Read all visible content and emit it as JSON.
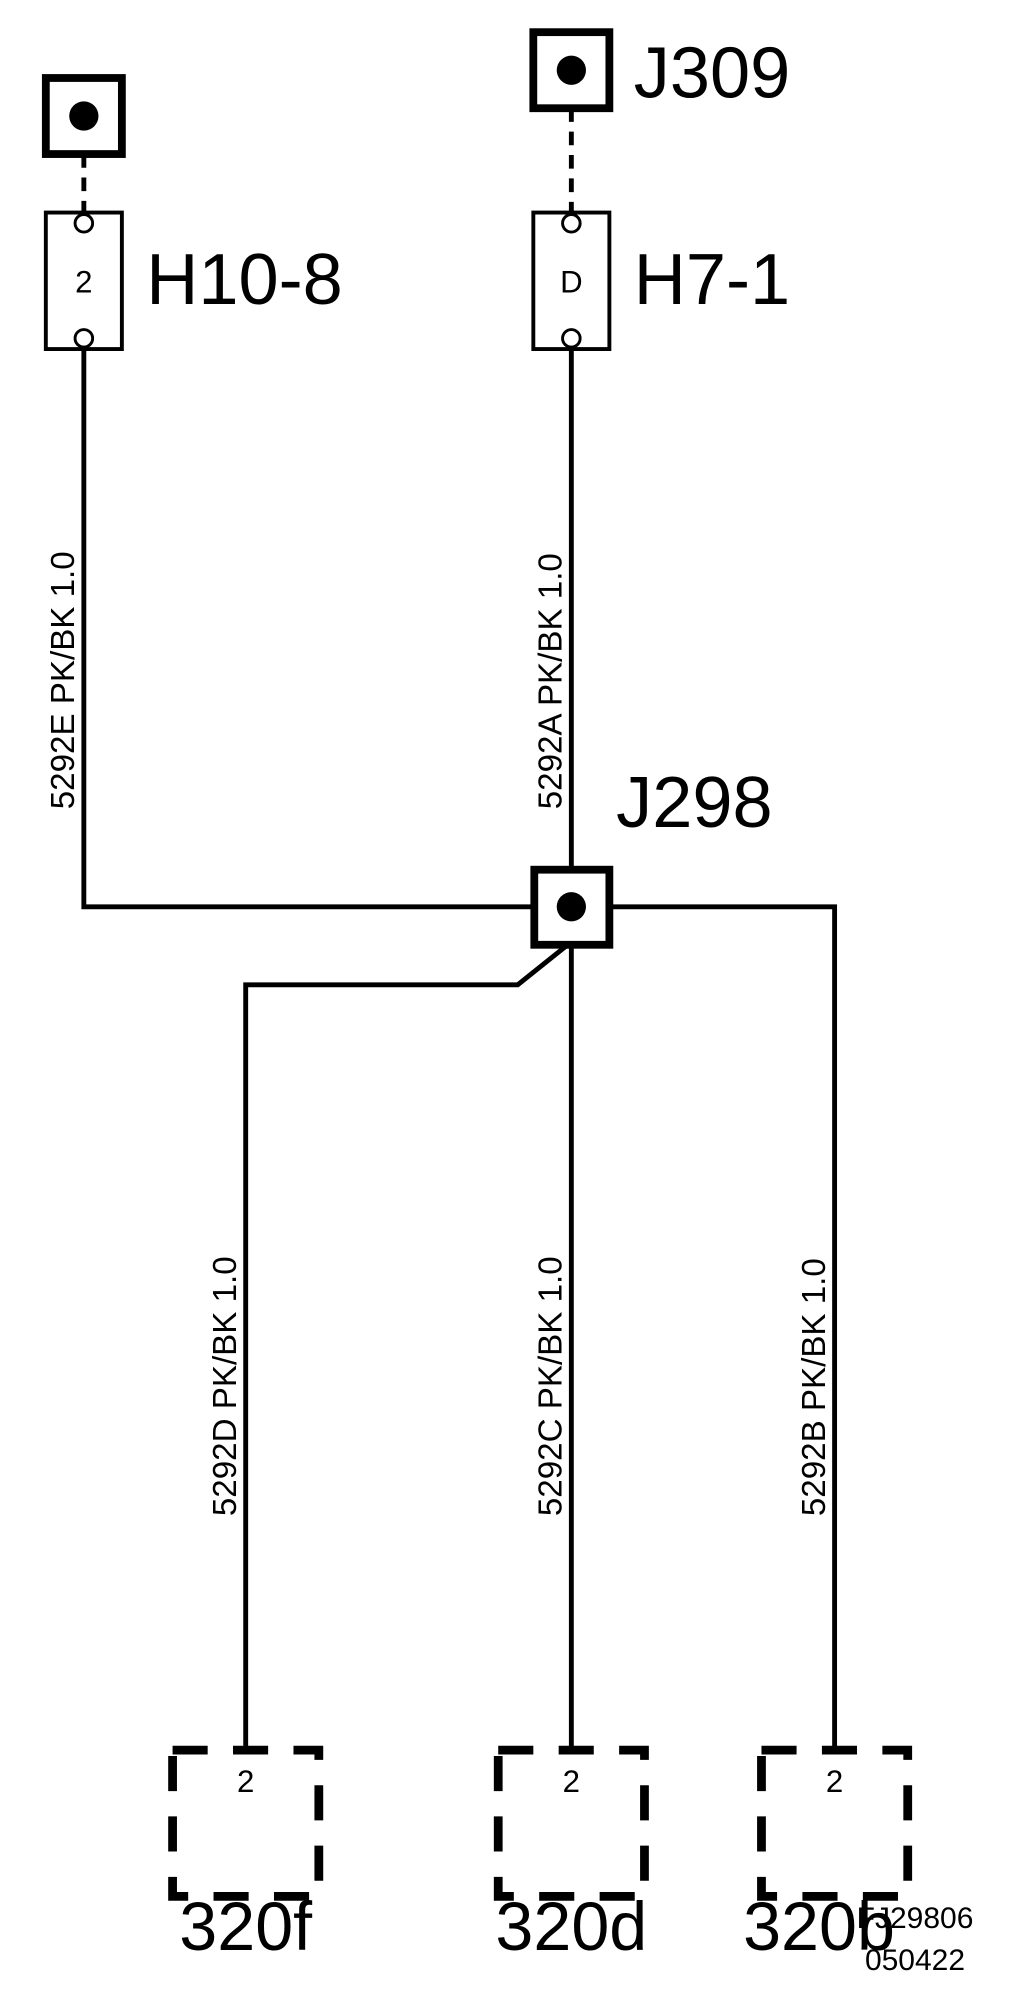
{
  "connectors": {
    "left_splice_label": "",
    "top_splice_label": "J309",
    "center_splice_label": "J298",
    "h10": {
      "label": "H10-8",
      "pin": "2"
    },
    "h7": {
      "label": "H7-1",
      "pin": "D"
    }
  },
  "wires": {
    "w5292E": "5292E  PK/BK  1.0",
    "w5292A": "5292A  PK/BK  1.0",
    "w5292D": "5292D  PK/BK  1.0",
    "w5292C": "5292C  PK/BK  1.0",
    "w5292B": "5292B  PK/BK  1.0"
  },
  "components": [
    {
      "label": "320f",
      "pin": "2"
    },
    {
      "label": "320d",
      "pin": "2"
    },
    {
      "label": "320b",
      "pin": "2"
    }
  ],
  "footer": {
    "figure_id": "FJ29806",
    "date_code": "050422"
  }
}
